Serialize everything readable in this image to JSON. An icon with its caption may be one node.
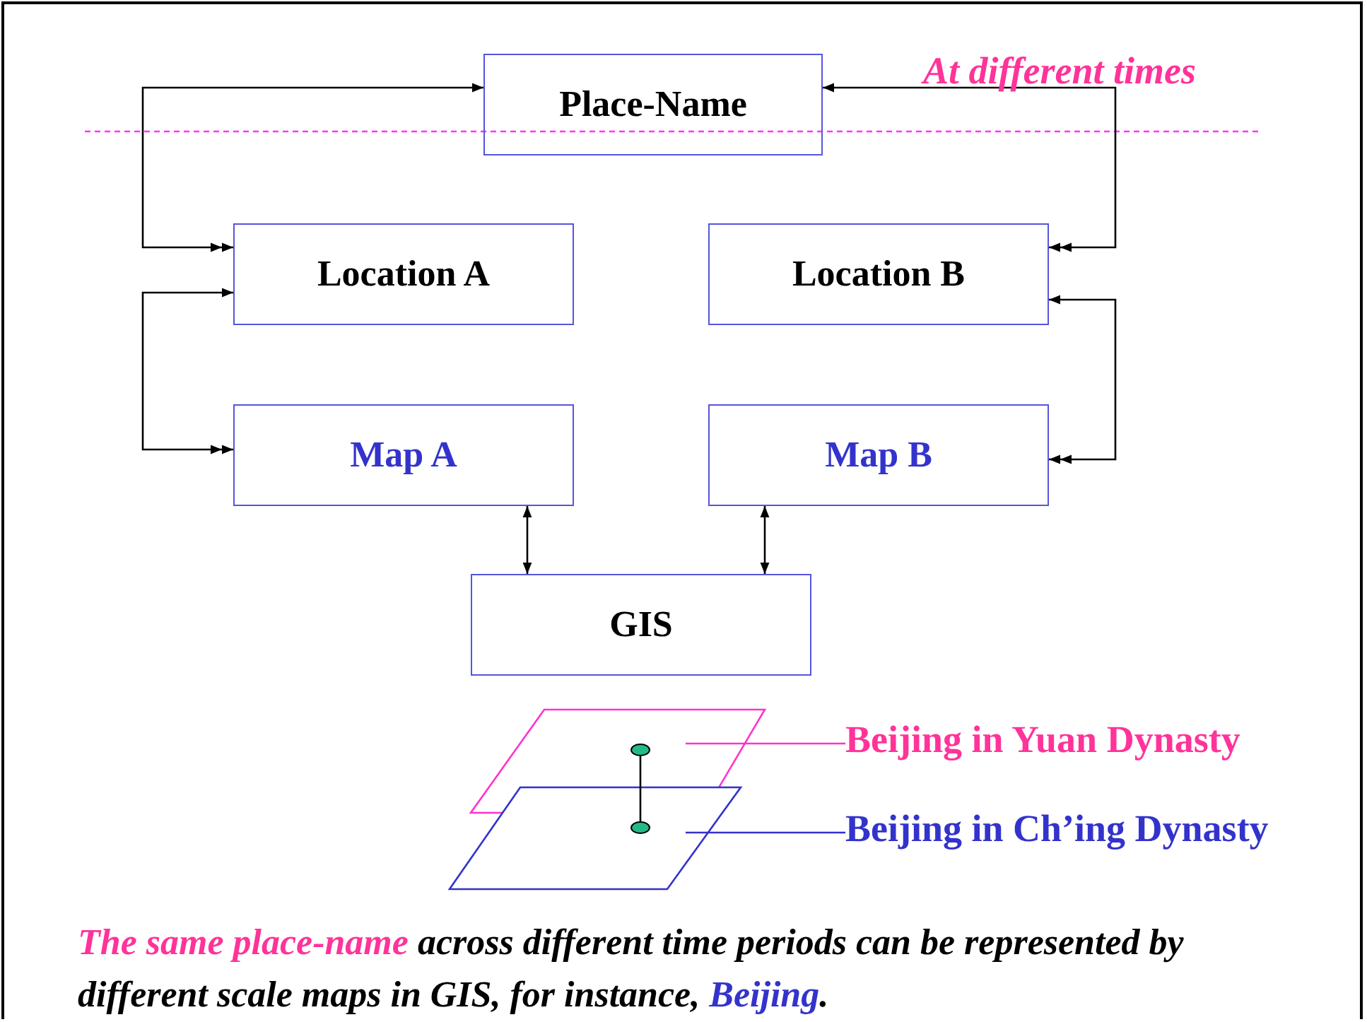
{
  "diagram": {
    "caption": "*The same place-name* across different time periods can be represented by different scale maps in GIS, for instance, *Beijing*.",
    "nodes": [
      {
        "text": [
          "Place-Name"
        ]
      },
      {
        "text": [
          "Location A"
        ]
      },
      {
        "text": [
          "Location B"
        ]
      },
      {
        "text": [
          "Map A"
        ]
      },
      {
        "text": [
          "Map B"
        ]
      },
      {
        "text": [
          "GIS"
        ]
      },
      {
        "text": [],
        "shape": "parallelogram"
      },
      {
        "text": [],
        "shape": "circle",
        "in": 6
      },
      {
        "text": [],
        "shape": "parallelogram"
      },
      {
        "text": [],
        "shape": "circle",
        "in": 8
      },
      {
        "text": [
          "Beijing in Yuan Dynasty"
        ]
      },
      {
        "text": [
          "Beijing in Ch’ing Dynasty"
        ]
      }
    ],
    "edges": [
      {
        "from": 0,
        "to": 1,
        "arrow": "both"
      },
      {
        "from": 1,
        "to": 3,
        "arrow": "both"
      },
      {
        "from": 0,
        "to": 2,
        "arrow": "both"
      },
      {
        "from": 2,
        "to": 4,
        "arrow": "both"
      },
      {
        "from": 3,
        "to": 5,
        "arrow": "both"
      },
      {
        "from": 4,
        "to": 5,
        "arrow": "both"
      },
      {
        "from": 7,
        "to": 9,
        "arrow": "none"
      },
      {
        "from": 10,
        "to": 6,
        "arrow": "none",
        "color": "#ff33cc"
      },
      {
        "from": 11,
        "to": 8,
        "arrow": "none",
        "color": "#3333cc"
      }
    ],
    "labels": [
      "At different times"
    ]
  }
}
